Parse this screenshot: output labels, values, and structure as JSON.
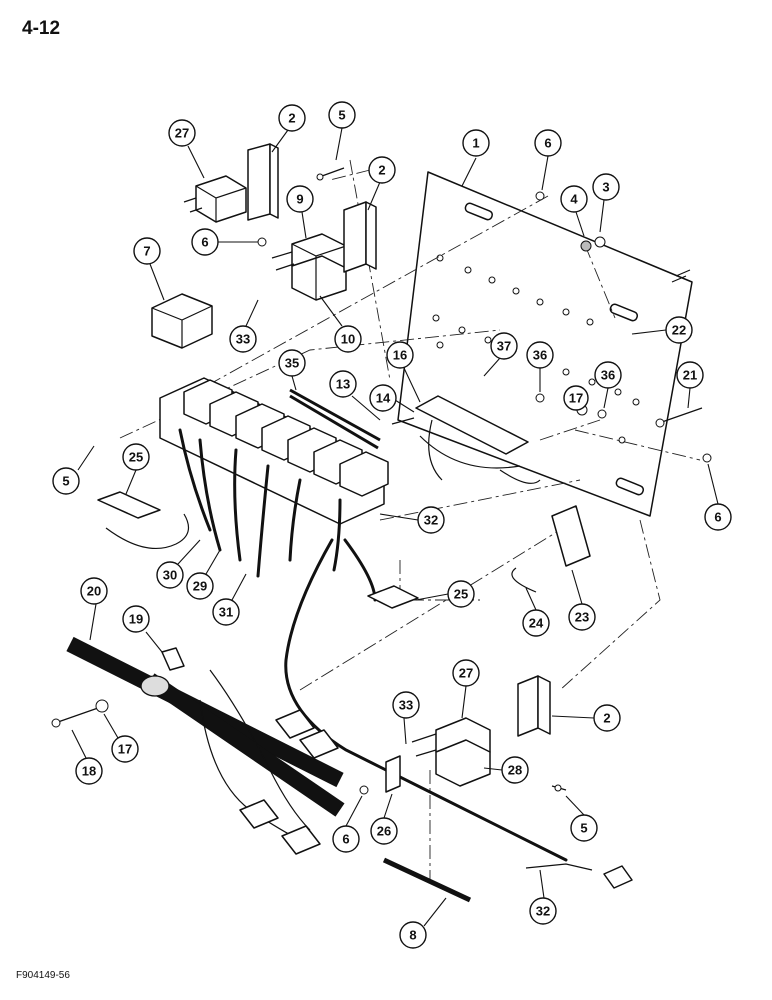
{
  "page": {
    "number": "4-12",
    "figure_code": "F904149-56"
  },
  "callouts": [
    "1",
    "2",
    "3",
    "4",
    "5",
    "6",
    "7",
    "8",
    "9",
    "10",
    "13",
    "14",
    "16",
    "17",
    "18",
    "19",
    "20",
    "21",
    "22",
    "23",
    "24",
    "25",
    "26",
    "27",
    "28",
    "29",
    "30",
    "31",
    "32",
    "33",
    "35",
    "36",
    "37"
  ]
}
